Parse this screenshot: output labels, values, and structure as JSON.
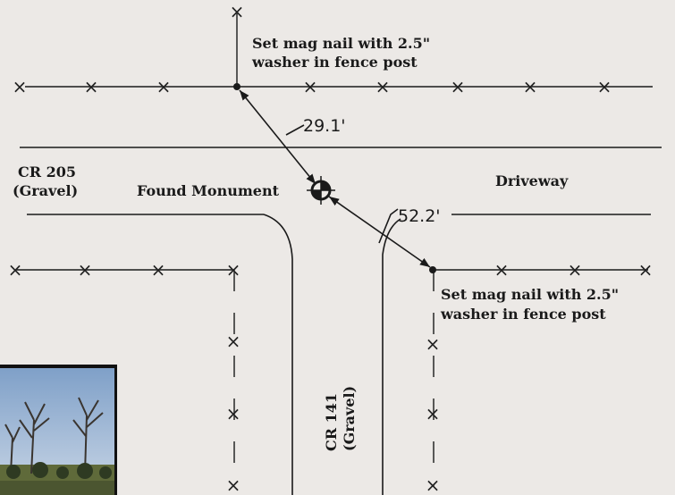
{
  "labels": {
    "nail_note_top_line1": "Set mag nail with 2.5\"",
    "nail_note_top_line2": "washer in fence post",
    "nail_note_bottom_line1": "Set mag nail with 2.5\"",
    "nail_note_bottom_line2": "washer in fence post",
    "road_west_line1": "CR 205",
    "road_west_line2": "(Gravel)",
    "monument": "Found Monument",
    "driveway": "Driveway",
    "road_south_line1": "CR 141",
    "road_south_line2": "(Gravel)",
    "distance_north": "29.1'",
    "distance_south": "52.2'"
  },
  "fence_marker": "×",
  "colors": {
    "background": "#ece9e6",
    "linework": "#1a1a1a"
  },
  "photo": {
    "description_icon": "tree-photo"
  }
}
